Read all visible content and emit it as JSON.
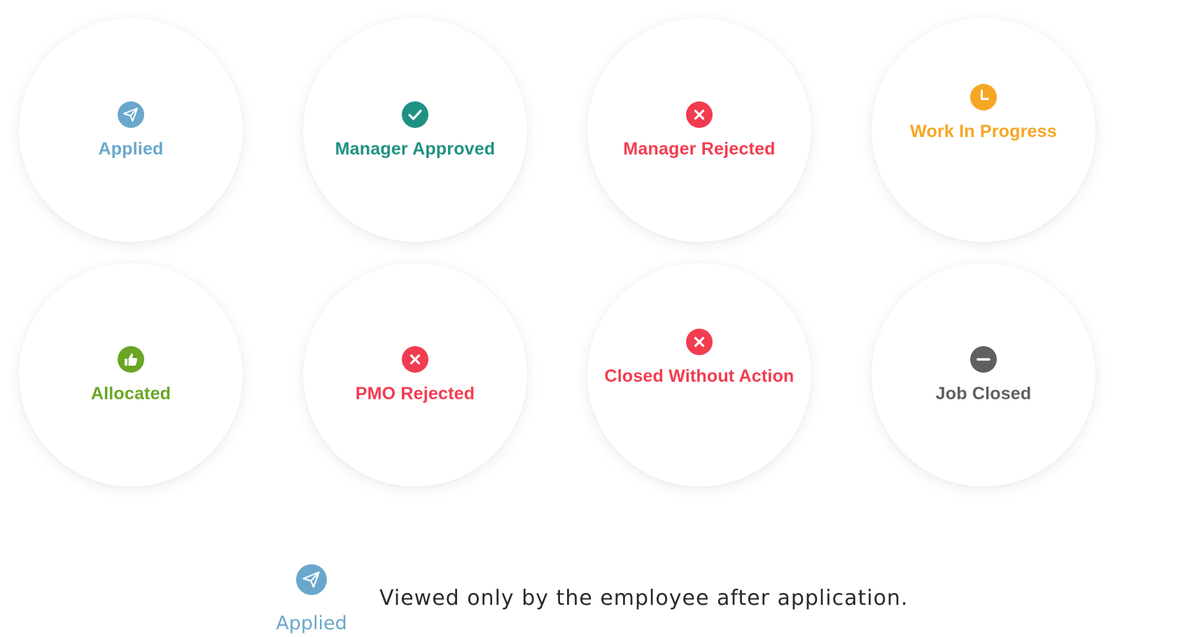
{
  "statuses": [
    {
      "label": "Applied",
      "icon": "paper-plane-icon",
      "color": "#6aa7cc"
    },
    {
      "label": "Manager Approved",
      "icon": "check-icon",
      "color": "#1f9183"
    },
    {
      "label": "Manager Rejected",
      "icon": "close-icon",
      "color": "#f23c50"
    },
    {
      "label": "Work In Progress",
      "icon": "clock-icon",
      "color": "#f5a623"
    },
    {
      "label": "Allocated",
      "icon": "thumbs-up-icon",
      "color": "#6aa523"
    },
    {
      "label": "PMO Rejected",
      "icon": "close-icon",
      "color": "#f23c50"
    },
    {
      "label": "Closed Without Action",
      "icon": "close-icon",
      "color": "#f23c50"
    },
    {
      "label": "Job Closed",
      "icon": "minus-icon",
      "color": "#5f5f5f"
    }
  ],
  "legend": {
    "label": "Applied",
    "icon": "paper-plane-icon",
    "color": "#6aa7cc",
    "description": "Viewed only by the employee after application."
  }
}
